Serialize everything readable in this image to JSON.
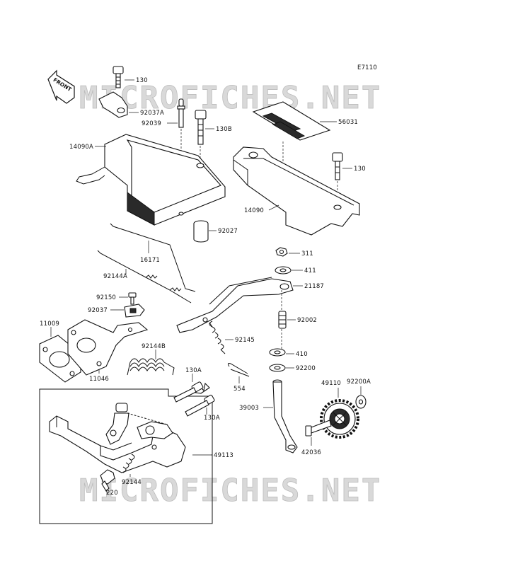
{
  "diagram": {
    "code": "E7110",
    "watermark": "MICROFICHES.NET",
    "front_label": "FRONT",
    "parts": {
      "p130_top": "130",
      "p92037A": "92037A",
      "p92039": "92039",
      "p130B": "130B",
      "p14090A": "14090A",
      "p56031": "56031",
      "p130_right": "130",
      "p14090": "14090",
      "p92027": "92027",
      "p16171": "16171",
      "p92144A": "92144A",
      "p311": "311",
      "p411": "411",
      "p21187": "21187",
      "p92150": "92150",
      "p92037": "92037",
      "p92002": "92002",
      "p11009": "11009",
      "p92145": "92145",
      "p92144B": "92144B",
      "p410": "410",
      "p11046": "11046",
      "p92200": "92200",
      "p130A_top": "130A",
      "p49110": "49110",
      "p92200A": "92200A",
      "p554": "554",
      "p130A_bot": "130A",
      "p39003": "39003",
      "p42036": "42036",
      "p49113": "49113",
      "p92144": "92144",
      "p220": "220"
    }
  }
}
